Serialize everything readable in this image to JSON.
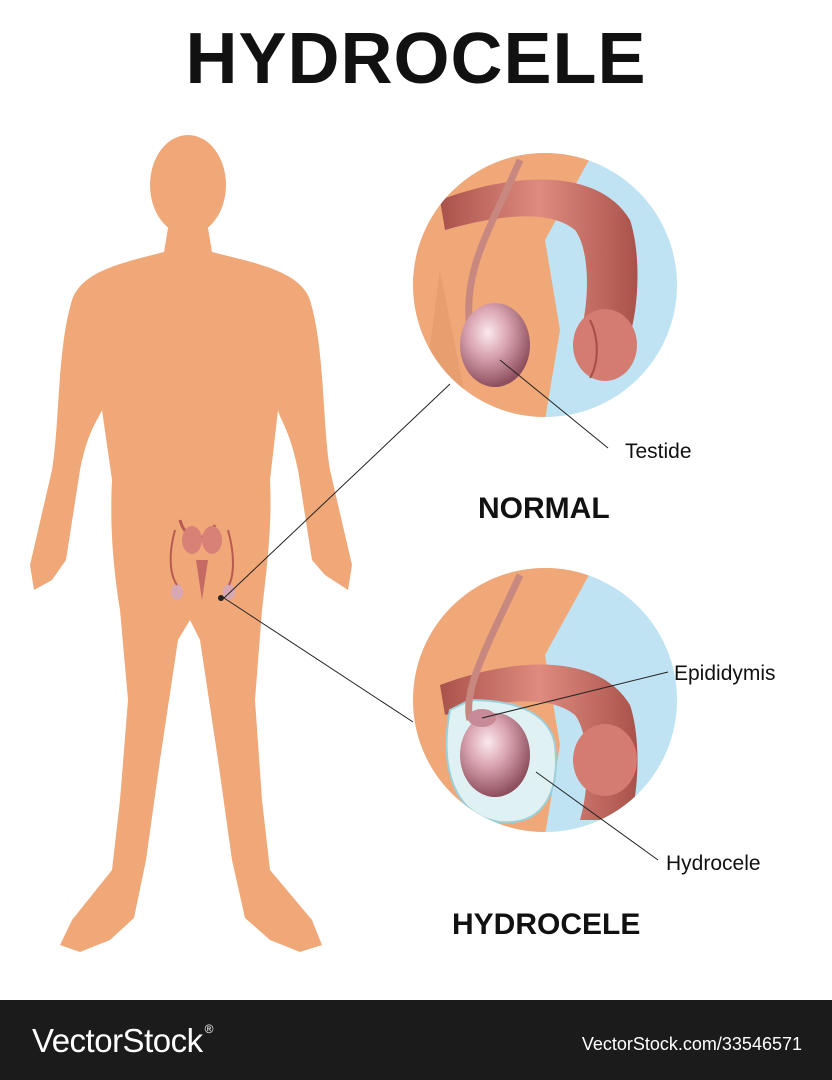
{
  "title": "HYDROCELE",
  "labels": {
    "testide": "Testide",
    "normal": "NORMAL",
    "epididymis": "Epididymis",
    "hydrocele_label": "Hydrocele",
    "hydrocele_section": "HYDROCELE"
  },
  "footer": {
    "brand": "VectorStock",
    "brand_mark": "®",
    "image_id": "VectorStock.com/33546571"
  },
  "colors": {
    "skin": "#f0a878",
    "skin_dark": "#e39a6a",
    "sky": "#bfe3f3",
    "organ": "#d88277",
    "organ_dark": "#b75f57",
    "testis": "#c98a97",
    "fluid": "#dff1f3",
    "footer_bg": "#1b1b1b"
  }
}
